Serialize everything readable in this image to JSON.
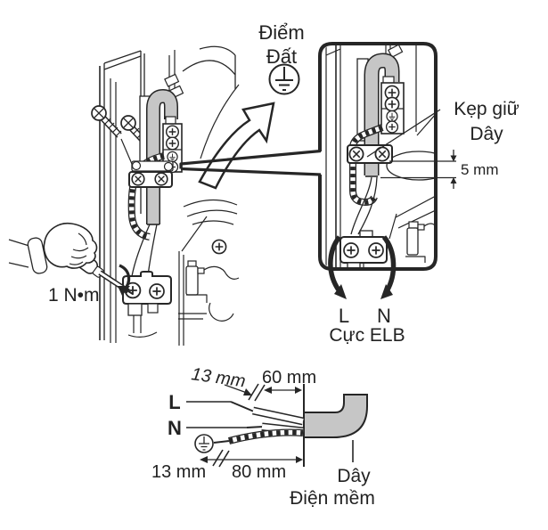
{
  "illustration": {
    "ground_point_label": {
      "line1": "Điểm",
      "line2": "Đất"
    },
    "torque_label": "1 N•m",
    "inset": {
      "clamp_label": {
        "line1": "Kẹp giữ",
        "line2": "Dây"
      },
      "gap_dimension": "5 mm",
      "terminal_live": "L",
      "terminal_neutral": "N",
      "terminal_caption": "Cực ELB"
    },
    "cord_figure": {
      "live_label": "L",
      "neutral_label": "N",
      "top_strip_dimension": "13 mm",
      "top_sheath_dimension": "60 mm",
      "bottom_strip_dimension": "13 mm",
      "bottom_sheath_dimension": "80 mm",
      "cord_label": {
        "line1": "Dây",
        "line2": "Điện mềm"
      }
    },
    "colors": {
      "line": "#262626",
      "cable_gray": "#c6c6c6",
      "text": "#222222"
    }
  }
}
